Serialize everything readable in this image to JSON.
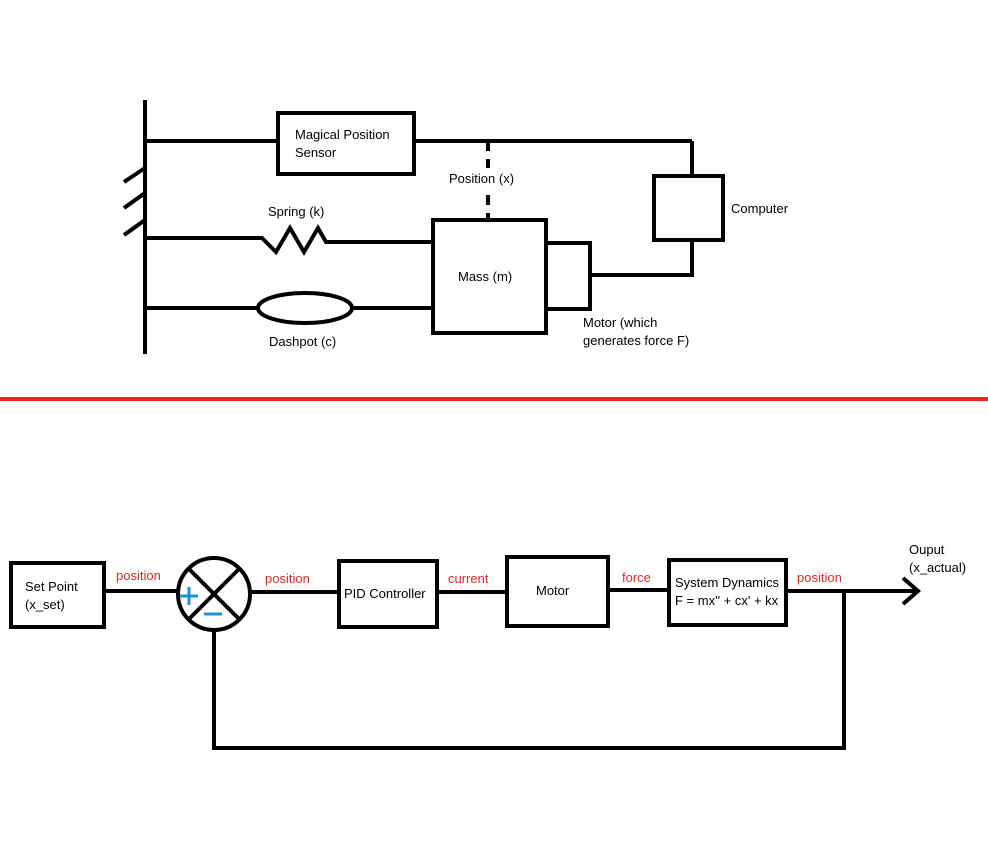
{
  "physical_system": {
    "sensor_label_line1": "Magical Position",
    "sensor_label_line2": "Sensor",
    "position_label": "Position (x)",
    "computer_label": "Computer",
    "spring_label": "Spring (k)",
    "mass_label": "Mass (m)",
    "dashpot_label": "Dashpot (c)",
    "motor_label_line1": "Motor (which",
    "motor_label_line2": "generates force F)"
  },
  "block_diagram": {
    "setpoint_line1": "Set Point",
    "setpoint_line2": "(x_set)",
    "signal_position_1": "position",
    "signal_position_2": "position",
    "pid_label": "PID Controller",
    "signal_current": "current",
    "motor_label": "Motor",
    "signal_force": "force",
    "dynamics_line1": "System Dynamics",
    "dynamics_line2": "F = mx'' + cx' + kx",
    "signal_position_3": "position",
    "output_line1": "Ouput",
    "output_line2": "(x_actual)"
  },
  "colors": {
    "divider": "#e3262b",
    "signal_text": "#e3262b",
    "plus_sign": "#1e90d6",
    "minus_sign": "#1e90d6"
  }
}
